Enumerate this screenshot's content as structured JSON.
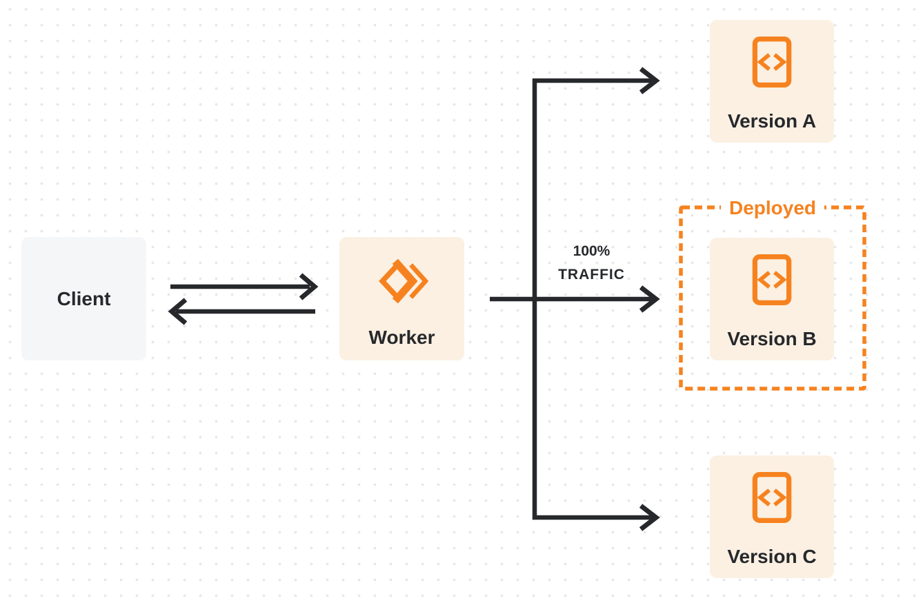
{
  "colors": {
    "accent_orange": "#F6821F",
    "ink": "#26282B",
    "node_cream": "#FBF0E2",
    "node_gray": "#F5F6F8",
    "dot_grid": "#E6E7E9",
    "background": "#FFFFFF"
  },
  "diagram": {
    "client": {
      "label": "Client"
    },
    "worker": {
      "label": "Worker"
    },
    "versions": [
      {
        "label": "Version A"
      },
      {
        "label": "Version B"
      },
      {
        "label": "Version C"
      }
    ],
    "deployed_badge": "Deployed",
    "traffic": {
      "percent": "100%",
      "caption": "TRAFFIC"
    }
  },
  "icons": {
    "worker": "cloudflare-workers-logo-icon",
    "version": "code-file-icon"
  }
}
